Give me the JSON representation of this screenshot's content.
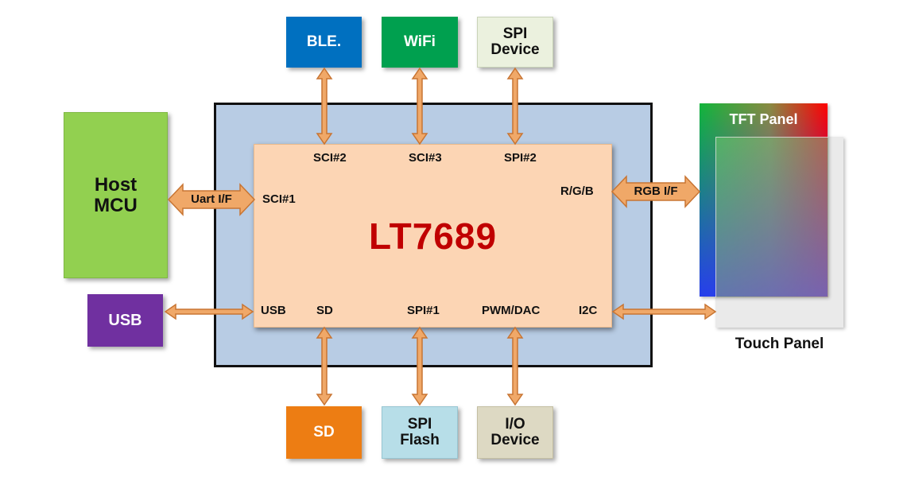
{
  "chip": {
    "name": "LT7689"
  },
  "ports": {
    "sci2": "SCI#2",
    "sci3": "SCI#3",
    "spi2": "SPI#2",
    "sci1": "SCI#1",
    "rgb": "R/G/B",
    "usb": "USB",
    "sd": "SD",
    "spi1": "SPI#1",
    "pwm": "PWM/DAC",
    "i2c": "I2C"
  },
  "blocks": {
    "host": "Host\nMCU",
    "usb": "USB",
    "ble": "BLE.",
    "wifi": "WiFi",
    "spi_device": "SPI\nDevice",
    "sd": "SD",
    "spi_flash": "SPI\nFlash",
    "io_device": "I/O\nDevice",
    "tft_panel": "TFT Panel",
    "touch_panel": "Touch Panel"
  },
  "links": {
    "uart": "Uart I/F",
    "rgb": "RGB I/F"
  },
  "colors": {
    "frame": "#b8cce4",
    "chip": "#fcd5b4",
    "chip_text": "#c00000",
    "arrow": "#f0a868",
    "arrow_stroke": "#c87533",
    "host": "#92d050",
    "usb": "#7030a0",
    "ble": "#0070c0",
    "wifi": "#00a04f",
    "spi_device": "#ebf1de",
    "sd": "#ed7d13",
    "spi_flash": "#b7dee8",
    "io_device": "#ddd9c3"
  }
}
